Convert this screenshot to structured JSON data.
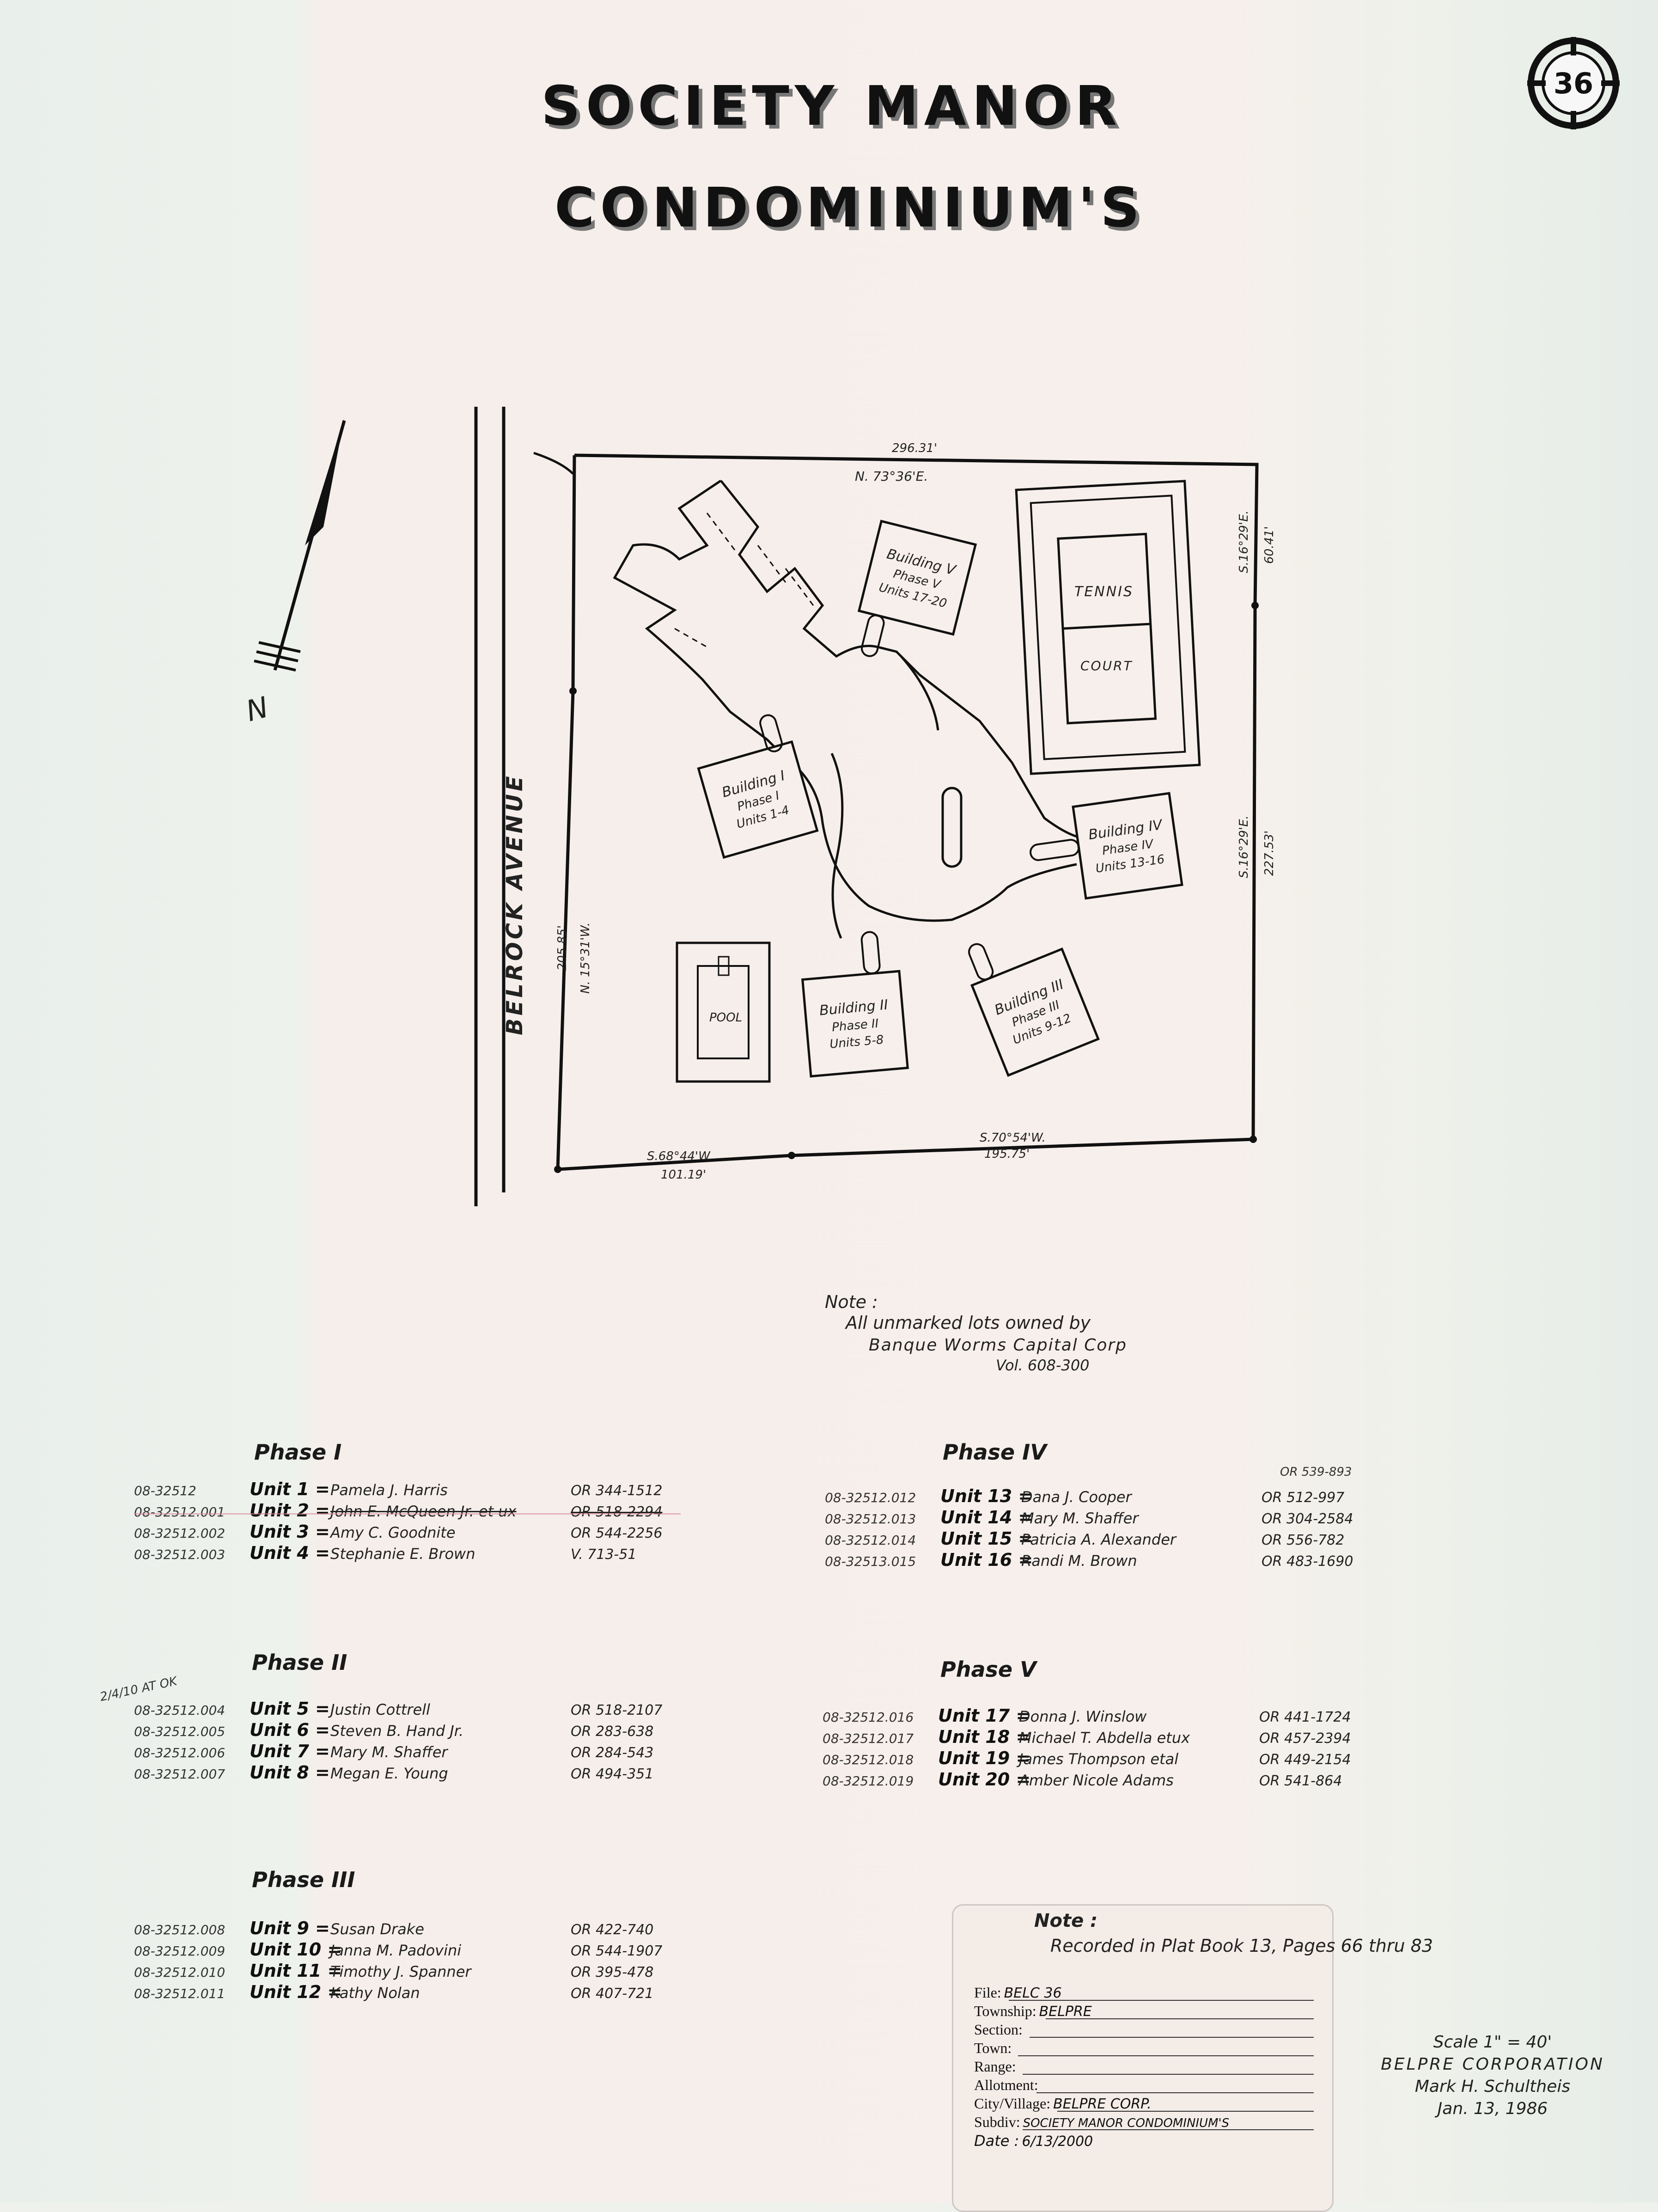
{
  "title": {
    "line1": "SOCIETY  MANOR",
    "line2": "CONDOMINIUM'S"
  },
  "sheet_number": "36",
  "map": {
    "north_label": "N",
    "street_label": "BELROCK  AVENUE",
    "bearings": {
      "north_distance": "296.31'",
      "north_bearing": "N. 73°36'E.",
      "east_upper_bearing": "S.16°29'E.",
      "east_upper_distance": "60.41'",
      "east_lower_bearing": "S.16°29'E.",
      "east_lower_distance": "227.53'",
      "west_bearing": "N. 15°31'W.",
      "west_distance": "205.85'",
      "south_left_bearing": "S.68°44'W.",
      "south_left_distance": "101.19'",
      "south_right_bearing": "S.70°54'W.",
      "south_right_distance": "195.75'"
    },
    "buildings": [
      {
        "name": "Building V",
        "phase": "Phase V",
        "units": "Units 17-20"
      },
      {
        "name": "Building I",
        "phase": "Phase I",
        "units": "Units 1-4"
      },
      {
        "name": "Building IV",
        "phase": "Phase IV",
        "units": "Units 13-16"
      },
      {
        "name": "Building II",
        "phase": "Phase II",
        "units": "Units 5-8"
      },
      {
        "name": "Building III",
        "phase": "Phase III",
        "units": "Units 9-12"
      }
    ],
    "tennis_line1": "TENNIS",
    "tennis_line2": "COURT",
    "pool_label": "POOL"
  },
  "note_top": {
    "heading": "Note :",
    "line1": "All unmarked lots owned by",
    "line2": "Banque  Worms  Capital  Corp",
    "line3": "Vol. 608-300"
  },
  "phases": [
    {
      "heading": "Phase I",
      "units": [
        {
          "pid": "08-32512",
          "label": "Unit 1 =",
          "owner": "Pamela J. Harris",
          "record": "OR 344-1512"
        },
        {
          "pid": "08-32512.001",
          "label": "Unit 2 =",
          "owner": "John E. McQueen Jr. et ux",
          "record": "OR 518-2294"
        },
        {
          "pid": "08-32512.002",
          "label": "Unit 3 =",
          "owner": "Amy C. Goodnite",
          "record": "OR 544-2256"
        },
        {
          "pid": "08-32512.003",
          "label": "Unit 4 =",
          "owner": "Stephanie E. Brown",
          "record": "V. 713-51"
        }
      ]
    },
    {
      "heading": "Phase II",
      "units": [
        {
          "pid": "08-32512.004",
          "label": "Unit 5 =",
          "owner": "Justin Cottrell",
          "record": "OR 518-2107"
        },
        {
          "pid": "08-32512.005",
          "label": "Unit 6 =",
          "owner": "Steven B. Hand Jr.",
          "record": "OR 283-638"
        },
        {
          "pid": "08-32512.006",
          "label": "Unit 7 =",
          "owner": "Mary M. Shaffer",
          "record": "OR 284-543"
        },
        {
          "pid": "08-32512.007",
          "label": "Unit 8 =",
          "owner": "Megan E. Young",
          "record": "OR 494-351"
        }
      ]
    },
    {
      "heading": "Phase III",
      "units": [
        {
          "pid": "08-32512.008",
          "label": "Unit 9 =",
          "owner": "Susan Drake",
          "record": "OR 422-740"
        },
        {
          "pid": "08-32512.009",
          "label": "Unit 10 =",
          "owner": "Janna M. Padovini",
          "record": "OR 544-1907"
        },
        {
          "pid": "08-32512.010",
          "label": "Unit 11 =",
          "owner": "Timothy J. Spanner",
          "record": "OR 395-478"
        },
        {
          "pid": "08-32512.011",
          "label": "Unit 12 =",
          "owner": "Kathy Nolan",
          "record": "OR 407-721"
        }
      ]
    },
    {
      "heading": "Phase IV",
      "units": [
        {
          "pid": "08-32512.012",
          "label": "Unit 13 =",
          "owner": "Dana J. Cooper",
          "record": "OR 512-997"
        },
        {
          "pid": "08-32512.013",
          "label": "Unit 14 =",
          "owner": "Mary M. Shaffer",
          "record": "OR 304-2584"
        },
        {
          "pid": "08-32512.014",
          "label": "Unit 15 =",
          "owner": "Patricia A. Alexander",
          "record": "OR 556-782"
        },
        {
          "pid": "08-32513.015",
          "label": "Unit 16 =",
          "owner": "Randi M. Brown",
          "record": "OR 483-1690"
        }
      ]
    },
    {
      "heading": "Phase V",
      "units": [
        {
          "pid": "08-32512.016",
          "label": "Unit 17 =",
          "owner": "Donna J. Winslow",
          "record": "OR 441-1724"
        },
        {
          "pid": "08-32512.017",
          "label": "Unit 18 =",
          "owner": "Michael T. Abdella etux",
          "record": "OR 457-2394"
        },
        {
          "pid": "08-32512.018",
          "label": "Unit 19 =",
          "owner": "James Thompson etal",
          "record": "OR 449-2154"
        },
        {
          "pid": "08-32512.019",
          "label": "Unit 20 =",
          "owner": "Amber Nicole Adams",
          "record": "OR 541-864"
        }
      ]
    }
  ],
  "unit13_prior_record": "OR 539-893",
  "phase2_margin_note": "2/4/10 AT OK",
  "note_bottom": {
    "heading": "Note :",
    "line1": "Recorded in Plat Book 13, Pages 66 thru 83"
  },
  "file_card": {
    "file_label": "File:",
    "file_value": "BELC  36",
    "township_label": "Township:",
    "township_value": "BELPRE",
    "section_label": "Section:",
    "town_label": "Town:",
    "range_label": "Range:",
    "allotment_label": "Allotment:",
    "city_label": "City/Village:",
    "city_value": "BELPRE CORP.",
    "subdiv_label": "Subdiv:",
    "subdiv_value": "SOCIETY MANOR CONDOMINIUM'S",
    "date_label": "Date :",
    "date_value": "6/13/2000"
  },
  "scale_block": {
    "scale": "Scale  1\" = 40'",
    "corporation": "BELPRE  CORPORATION",
    "surveyor": "Mark H. Schultheis",
    "date": "Jan. 13, 1986"
  }
}
